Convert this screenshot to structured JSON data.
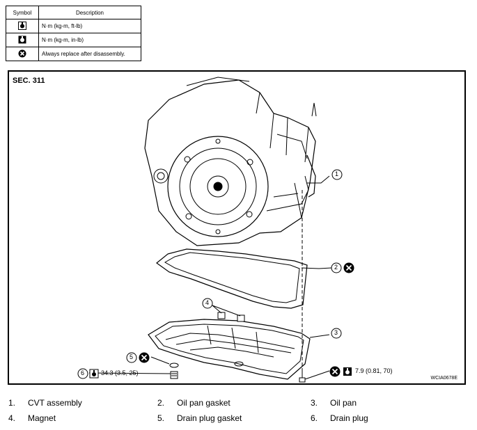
{
  "legend": {
    "header_symbol": "Symbol",
    "header_description": "Description",
    "rows": [
      {
        "icon": "torque-wrench-icon",
        "description": "N·m (kg-m, ft-lb)"
      },
      {
        "icon": "torque-wrench-small-icon",
        "description": "N·m (kg-m, in-lb)"
      },
      {
        "icon": "replace-part-icon",
        "description": "Always replace after disassembly."
      }
    ]
  },
  "diagram": {
    "section": "SEC. 311",
    "figure_id": "WCIA0678E",
    "callouts": {
      "c1": "1",
      "c2": "2",
      "c3": "3",
      "c4": "4",
      "c5": "5",
      "c6": "6"
    },
    "torque_drain_plug": "34.3 (3.5, 25)",
    "torque_pan_bolt": "7.9 (0.81, 70)"
  },
  "parts": [
    {
      "num": "1.",
      "name": "CVT assembly"
    },
    {
      "num": "2.",
      "name": "Oil pan gasket"
    },
    {
      "num": "3.",
      "name": "Oil pan"
    },
    {
      "num": "4.",
      "name": "Magnet"
    },
    {
      "num": "5.",
      "name": "Drain plug gasket"
    },
    {
      "num": "6.",
      "name": "Drain plug"
    }
  ]
}
